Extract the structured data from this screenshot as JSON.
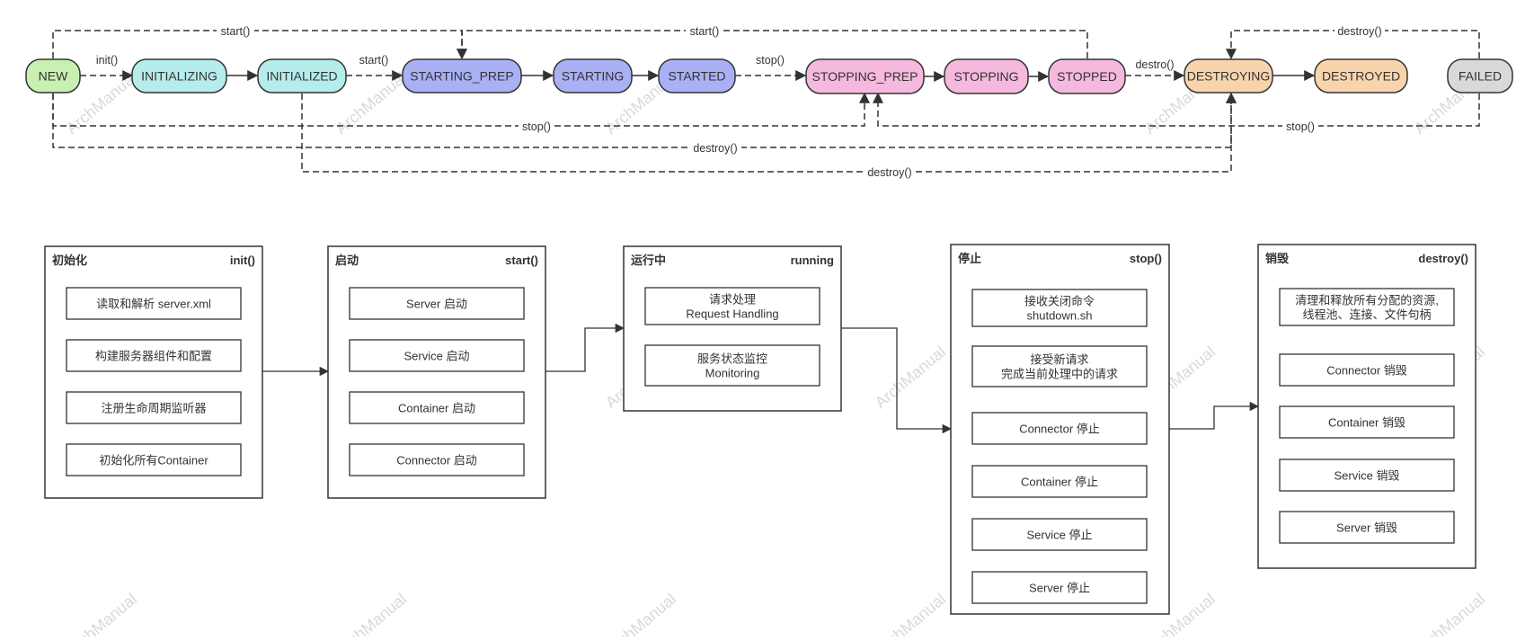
{
  "states": [
    {
      "id": "new",
      "label": "NEW",
      "color": "#c9efb2"
    },
    {
      "id": "initializing",
      "label": "INITIALIZING",
      "color": "#b5ecec"
    },
    {
      "id": "initialized",
      "label": "INITIALIZED",
      "color": "#b5ecec"
    },
    {
      "id": "starting_prep",
      "label": "STARTING_PREP",
      "color": "#a9b0f4"
    },
    {
      "id": "starting",
      "label": "STARTING",
      "color": "#a9b0f4"
    },
    {
      "id": "started",
      "label": "STARTED",
      "color": "#a9b0f4"
    },
    {
      "id": "stopping_prep",
      "label": "STOPPING_PREP",
      "color": "#f5b9dd"
    },
    {
      "id": "stopping",
      "label": "STOPPING",
      "color": "#f5b9dd"
    },
    {
      "id": "stopped",
      "label": "STOPPED",
      "color": "#f5b9dd"
    },
    {
      "id": "destroying",
      "label": "DESTROYING",
      "color": "#f8d4ad"
    },
    {
      "id": "destroyed",
      "label": "DESTROYED",
      "color": "#f8d4ad"
    },
    {
      "id": "failed",
      "label": "FAILED",
      "color": "#d9d9d9"
    }
  ],
  "transitions": {
    "init": "init()",
    "start_initialized": "start()",
    "stop_started": "stop()",
    "destroy_stopped": "destro()",
    "start_new_top": "start()",
    "start_stopped_top": "start()",
    "destroy_failed_top": "destroy()",
    "stop_new_bottom": "stop()",
    "stop_failed_bottom": "stop()",
    "destroy_new_bottom": "destroy()",
    "destroy_initialized_bottom": "destroy()"
  },
  "phases": [
    {
      "id": "init",
      "title": "初始化",
      "method": "init()",
      "items": [
        [
          "读取和解析 server.xml"
        ],
        [
          "构建服务器组件和配置"
        ],
        [
          "注册生命周期监听器"
        ],
        [
          "初始化所有Container"
        ]
      ]
    },
    {
      "id": "start",
      "title": "启动",
      "method": "start()",
      "items": [
        [
          "Server 启动"
        ],
        [
          "Service 启动"
        ],
        [
          "Container 启动"
        ],
        [
          "Connector 启动"
        ]
      ]
    },
    {
      "id": "running",
      "title": "运行中",
      "method": "running",
      "items": [
        [
          "请求处理",
          "Request Handling"
        ],
        [
          "服务状态监控",
          "Monitoring"
        ]
      ]
    },
    {
      "id": "stop",
      "title": "停止",
      "method": "stop()",
      "items": [
        [
          "接收关闭命令",
          "shutdown.sh"
        ],
        [
          "接受新请求",
          "完成当前处理中的请求"
        ],
        [
          "Connector 停止"
        ],
        [
          "Container 停止"
        ],
        [
          "Service 停止"
        ],
        [
          "Server 停止"
        ]
      ]
    },
    {
      "id": "destroy",
      "title": "销毁",
      "method": "destroy()",
      "items": [
        [
          "清理和释放所有分配的资源,",
          "线程池、连接、文件句柄"
        ],
        [
          "Connector 销毁"
        ],
        [
          "Container 销毁"
        ],
        [
          "Service 销毁"
        ],
        [
          "Server 销毁"
        ]
      ]
    }
  ],
  "watermark": "ArchManual",
  "colors": {
    "line": "#333333",
    "watermark": "#d9d9d9"
  }
}
